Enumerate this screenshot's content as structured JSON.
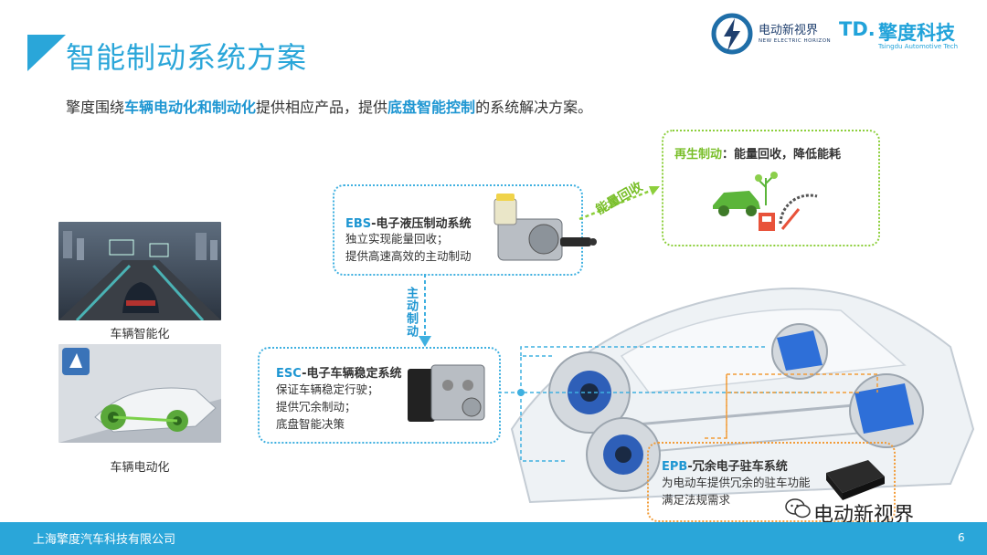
{
  "header": {
    "title": "智能制动系统方案",
    "logo_left_name": "电动新视界",
    "logo_left_sub": "NEW ELECTRIC HORIZON",
    "logo_right_mark": "TD.",
    "logo_right_name": "擎度科技",
    "logo_right_sub": "Tsingdu Automotive Tech"
  },
  "intro": {
    "part1": "擎度围绕",
    "highlight1": "车辆电动化和制动化",
    "part2": "提供相应产品，提供",
    "highlight2": "底盘智能控制",
    "part3": "的系统解决方案。"
  },
  "images": {
    "top_caption": "车辆智能化",
    "bottom_caption": "车辆电动化"
  },
  "ebs": {
    "abbr": "EBS",
    "name": "-电子液压制动系统",
    "line1": "独立实现能量回收；",
    "line2": "提供高速高效的主动制动"
  },
  "regen": {
    "label": "再生制动",
    "text": "：能量回收，降低能耗"
  },
  "esc": {
    "abbr": "ESC",
    "name": "-电子车辆稳定系统",
    "line1": "保证车辆稳定行驶；",
    "line2": "提供冗余制动；",
    "line3": "底盘智能决策"
  },
  "epb": {
    "abbr": "EPB",
    "name": "-冗余电子驻车系统",
    "line1": "为电动车提供冗余的驻车功能",
    "line2": "满足法规需求"
  },
  "arrows": {
    "energy_recovery": "能量回收",
    "active_braking": "主动制动"
  },
  "footer": {
    "company": "上海擎度汽车科技有限公司",
    "page": "6",
    "watermark": "电动新视界"
  },
  "colors": {
    "accent_blue": "#2aa6d9",
    "highlight_blue": "#1e96d2",
    "green": "#8dcf3c",
    "orange": "#f29c38"
  }
}
